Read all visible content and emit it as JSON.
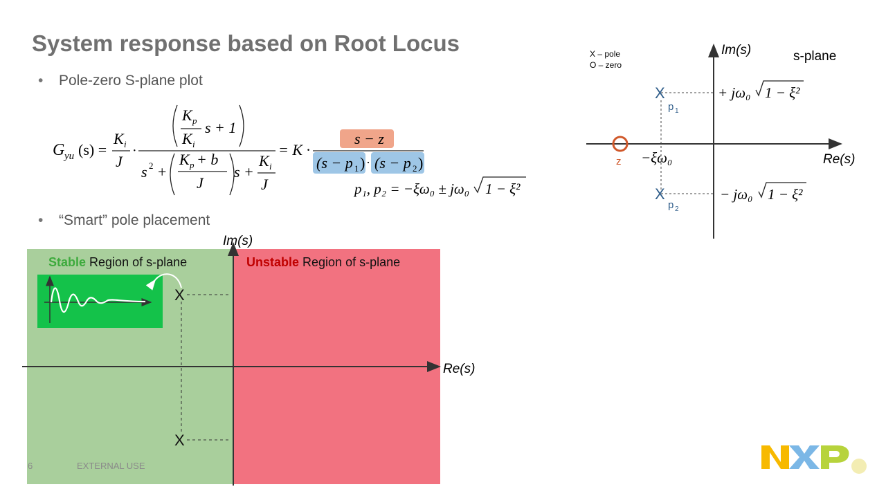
{
  "slide": {
    "title": "System response based on Root Locus",
    "bullets": [
      "Pole-zero S-plane plot",
      "“Smart” pole placement"
    ],
    "footer_page": "6",
    "footer_label": "EXTERNAL USE"
  },
  "transfer_function": {
    "lhs": "G",
    "lhs_sub": "yu",
    "lhs_arg": "(s) =",
    "Ki": "K",
    "Ki_sub": "i",
    "J": "J",
    "Kp": "K",
    "Kp_sub": "p",
    "s_plus_1": "s + 1",
    "s2": "s",
    "s2_sup": "2",
    "plus": "+",
    "b": "+ b",
    "s_plus": "s +",
    "equals_K": "= K ·",
    "dot": "·",
    "zero_factor": "s − z",
    "pole_factor_1": "(s − p",
    "pole_factor_1_sub": "1",
    "pole_factor_2": "(s − p",
    "pole_factor_2_sub": "2",
    "close_paren": ")",
    "pole_formula": "p₁, p₂ = −ξω₀ ± jω₀",
    "sqrt_content": "1 − ξ²"
  },
  "splane_diagram": {
    "legend_pole": "X – pole",
    "legend_zero": "O – zero",
    "title": "s-plane",
    "im_axis": "Im(s)",
    "re_axis": "Re(s)",
    "pole_symbol": "X",
    "pole1_label": "p",
    "pole1_sub": "1",
    "pole2_label": "p",
    "pole2_sub": "2",
    "zero_label": "z",
    "real_part_label": "−ξω₀",
    "imag_plus_label": "+ jω₀",
    "imag_minus_label": "− jω₀",
    "sqrt_content": "1 − ξ²",
    "colors": {
      "pole": "#2f5d8a",
      "zero": "#d0582a",
      "axis": "#333333"
    }
  },
  "region_diagram": {
    "im_axis": "Im(s)",
    "re_axis": "Re(s)",
    "stable_word": "Stable",
    "stable_rest": " Region of s-plane",
    "unstable_word": "Unstable",
    "unstable_rest": " Region of s-plane",
    "pole_symbol": "X",
    "colors": {
      "stable_bg": "#a9cf9c",
      "unstable_bg": "#f27280",
      "stable_text": "#3daa3d",
      "unstable_text": "#c00000",
      "inset_bg": "#14c24a"
    }
  },
  "logo": {
    "text": "NXP",
    "colors": {
      "N": "#f7b900",
      "X": "#7bb7e6",
      "P": "#b7d33c"
    }
  }
}
